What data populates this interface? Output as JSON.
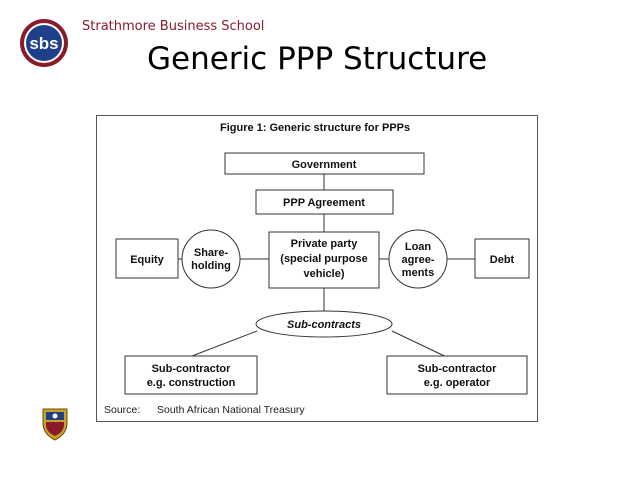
{
  "header": {
    "logo_text": "sbs",
    "school_name": "Strathmore Business School",
    "slide_title": "Generic PPP Structure"
  },
  "figure": {
    "caption": "Figure 1: Generic structure for PPPs",
    "government": "Government",
    "ppp_agreement": "PPP Agreement",
    "equity": "Equity",
    "shareholding": [
      "Share-",
      "holding"
    ],
    "private_party": [
      "Private party",
      "(special purpose",
      "vehicle)"
    ],
    "loan_agreements": [
      "Loan",
      "agree-",
      "ments"
    ],
    "debt": "Debt",
    "subcontracts": "Sub-contracts",
    "subcontractor_construction": [
      "Sub-contractor",
      "e.g. construction"
    ],
    "subcontractor_operator": [
      "Sub-contractor",
      "e.g. operator"
    ],
    "source_label": "Source:",
    "source_value": "South African National Treasury"
  },
  "colors": {
    "brand": "#8a1b2a",
    "logo_blue": "#1f3f8a"
  }
}
